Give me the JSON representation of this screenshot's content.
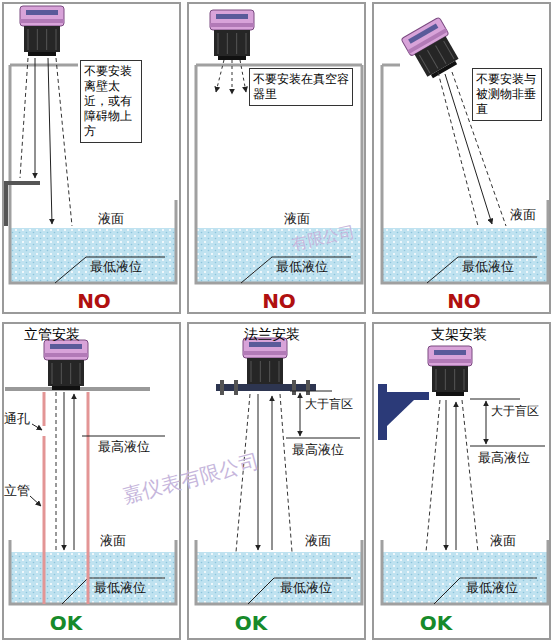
{
  "diagram": {
    "nodes": [
      {
        "text": [
          "NO"
        ]
      },
      {
        "text": [
          "不要安装离壁太近，或有障碍物上方"
        ],
        "in": 0
      },
      {
        "text": [
          "NO"
        ]
      },
      {
        "text": [
          "不要安装在真空容器里"
        ],
        "in": 2
      },
      {
        "text": [
          "NO"
        ]
      },
      {
        "text": [
          "不要安装与被测物非垂直"
        ],
        "in": 4
      },
      {
        "text": [
          "立管安装",
          "OK"
        ]
      },
      {
        "text": [
          "法兰安装",
          "OK"
        ]
      },
      {
        "text": [
          "支架安装",
          "OK"
        ]
      }
    ],
    "labels": [
      "液面",
      "最低液位",
      "液面",
      "最低液位",
      "液面",
      "最低液位",
      "通孔",
      "最高液位",
      "立管",
      "液面",
      "最低液位",
      "大于盲区",
      "最高液位",
      "液面",
      "最低液位",
      "大于盲区",
      "最高液位",
      "液面",
      "最低液位",
      "有限公司",
      "嘉仪表有限公司"
    ]
  }
}
